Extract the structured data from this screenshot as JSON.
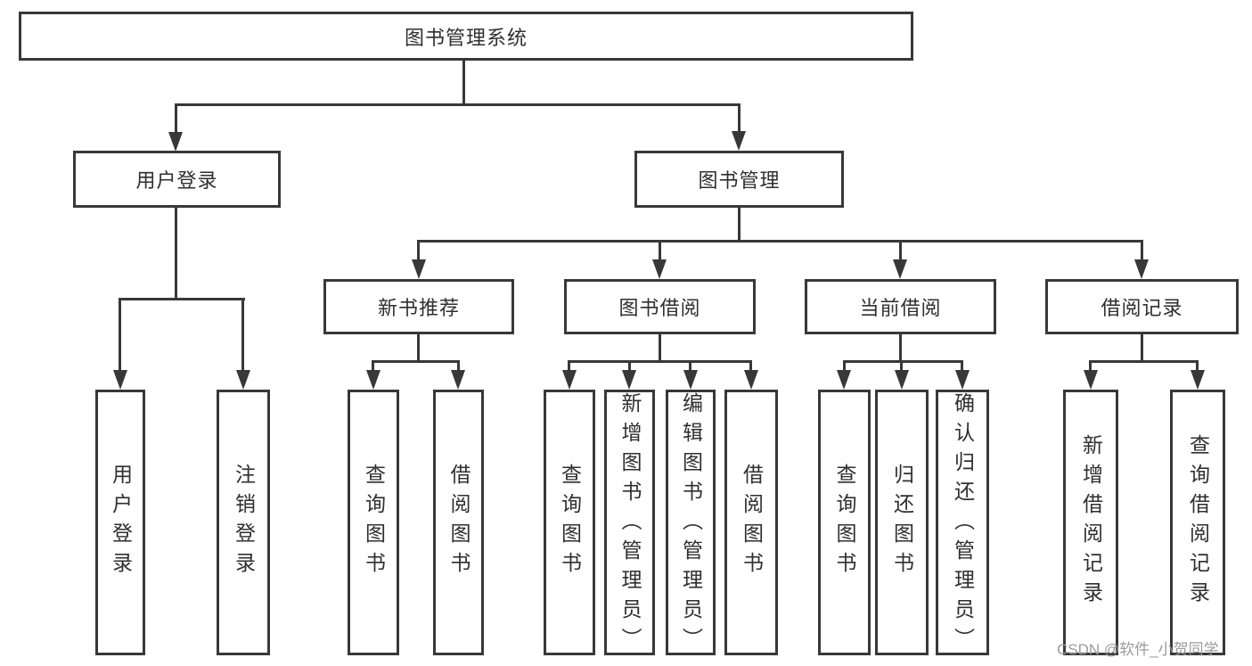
{
  "diagram": {
    "nodes": {
      "root": "图书管理系统",
      "l2": {
        "user_login": "用户登录",
        "book_mgmt": "图书管理"
      },
      "l3": {
        "new_books": "新书推荐",
        "borrow": "图书借阅",
        "current": "当前借阅",
        "records": "借阅记录"
      },
      "leaves": {
        "user_login": "用户登录",
        "logout": "注销登录",
        "nb_query": "查询图书",
        "nb_borrow": "借阅图书",
        "bw_query": "查询图书",
        "bw_add": "新增图书（管理员）",
        "bw_edit": "编辑图书（管理员）",
        "bw_borrow": "借阅图书",
        "cur_query": "查询图书",
        "cur_return": "归还图书",
        "cur_confirm": "确认归还（管理员）",
        "rec_add": "新增借阅记录",
        "rec_query": "查询借阅记录"
      }
    },
    "colors": {
      "line": "#383838",
      "text": "#2f2f2f",
      "watermark": "#9b9b9b",
      "background": "#ffffff"
    }
  },
  "watermark": "CSDN @软件_小贺同学"
}
